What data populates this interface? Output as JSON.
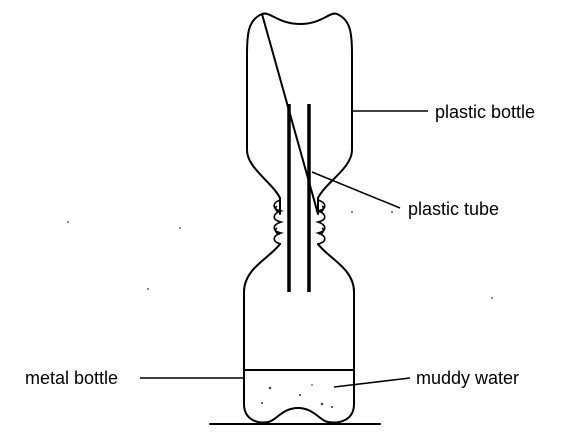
{
  "diagram": {
    "labels": {
      "plastic_bottle": "plastic bottle",
      "plastic_tube": "plastic tube",
      "metal_bottle": "metal bottle",
      "muddy_water": "muddy water"
    }
  }
}
